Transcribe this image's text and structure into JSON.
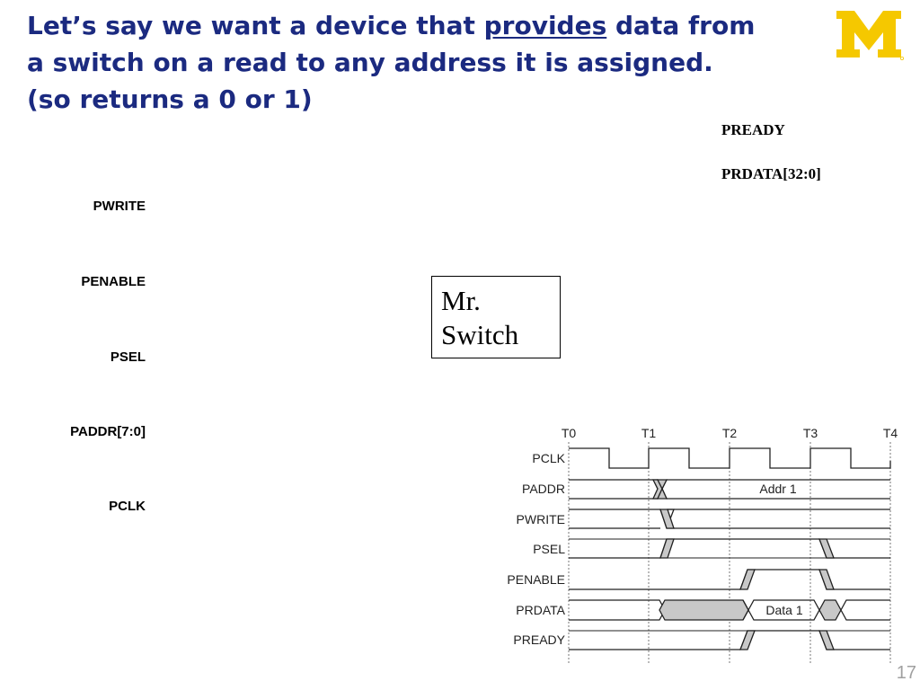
{
  "slide": {
    "title_line1_pre": "Let’s say we want a device that ",
    "title_line1_emph": "provides",
    "title_line1_post": " data from",
    "title_line2": "a switch on a read to any address it is assigned.",
    "title_line3": "(so returns a 0 or 1)",
    "logo_letter": "M",
    "logo_color": "#f5c800",
    "title_color": "#1b2a80",
    "page_number": "17"
  },
  "outputs": [
    "PREADY",
    "PRDATA[32:0]"
  ],
  "inputs": [
    "PWRITE",
    "PENABLE",
    "PSEL",
    "PADDR[7:0]",
    "PCLK"
  ],
  "device": {
    "line1": "Mr.",
    "line2": "Switch"
  },
  "timing": {
    "times": [
      "T0",
      "T1",
      "T2",
      "T3",
      "T4"
    ],
    "signals": [
      "PCLK",
      "PADDR",
      "PWRITE",
      "PSEL",
      "PENABLE",
      "PRDATA",
      "PREADY"
    ],
    "addr_label": "Addr 1",
    "data_label": "Data 1"
  }
}
